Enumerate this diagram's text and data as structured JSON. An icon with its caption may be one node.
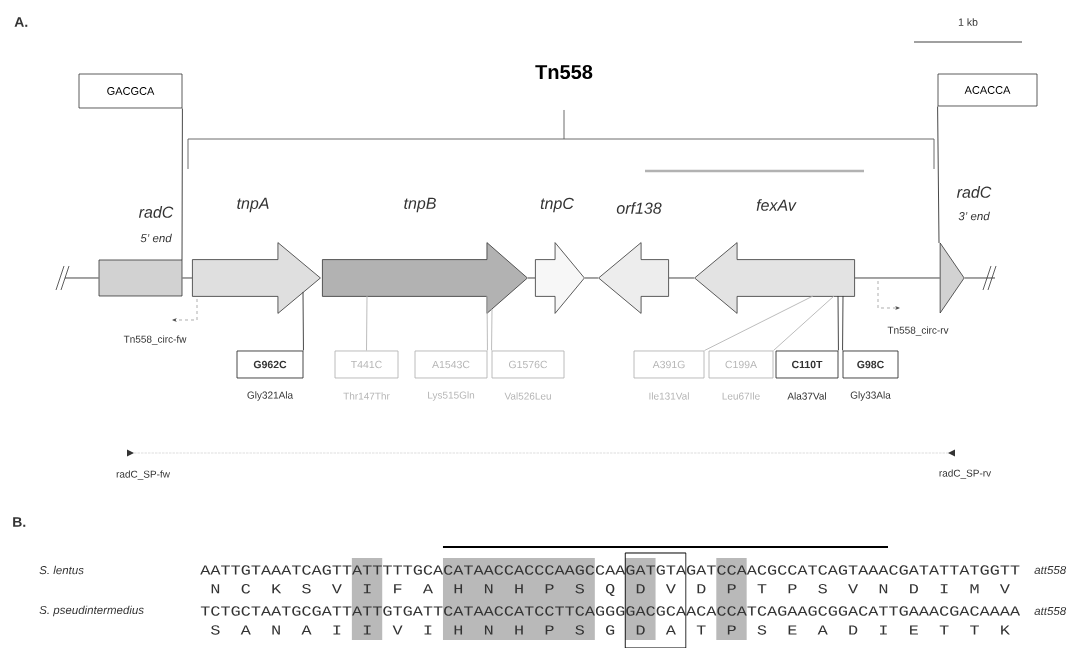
{
  "diagram": {
    "title": "Tn558",
    "nodes": [
      {
        "text": [
          "GACGCA"
        ]
      },
      {
        "text": [
          "ACACCA"
        ]
      },
      {
        "text": [
          "radC",
          "5’ end"
        ]
      },
      {
        "text": [
          "tnpA"
        ]
      },
      {
        "text": [
          "tnpB"
        ]
      },
      {
        "text": [
          "tnpC"
        ]
      },
      {
        "text": [
          "orf138"
        ]
      },
      {
        "text": [
          "fexAv"
        ]
      },
      {
        "text": [
          "radC",
          "3’ end"
        ]
      },
      {
        "text": [
          "G962C"
        ],
        "beside": [
          "Gly321Ala"
        ]
      },
      {
        "text": [
          "T441C"
        ],
        "beside": [
          "Thr147Thr"
        ]
      },
      {
        "text": [
          "A1543C"
        ],
        "beside": [
          "Lys515Gln"
        ]
      },
      {
        "text": [
          "G1576C"
        ],
        "beside": [
          "Val526Leu"
        ]
      },
      {
        "text": [
          "A391G"
        ],
        "beside": [
          "Ile131Val"
        ]
      },
      {
        "text": [
          "C199A"
        ],
        "beside": [
          "Leu67Ile"
        ]
      },
      {
        "text": [
          "C110T"
        ],
        "beside": [
          "Ala37Val"
        ]
      },
      {
        "text": [
          "G98C"
        ],
        "beside": [
          "Gly33Ala"
        ]
      }
    ],
    "edges": [
      {
        "from": 0,
        "to": 2,
        "arrow": "none"
      },
      {
        "from": 1,
        "to": 8,
        "arrow": "none"
      },
      {
        "from": 9,
        "to": 3,
        "arrow": "none"
      },
      {
        "from": 10,
        "to": 4,
        "arrow": "none",
        "color": "#b4b4b4"
      },
      {
        "from": 11,
        "to": 4,
        "arrow": "none",
        "color": "#b4b4b4"
      },
      {
        "from": 12,
        "to": 4,
        "arrow": "none",
        "color": "#b4b4b4"
      },
      {
        "from": 13,
        "to": 7,
        "arrow": "none",
        "color": "#b4b4b4"
      },
      {
        "from": 14,
        "to": 7,
        "arrow": "none",
        "color": "#b4b4b4"
      },
      {
        "from": 15,
        "to": 7,
        "arrow": "none"
      },
      {
        "from": 16,
        "to": 7,
        "arrow": "none"
      },
      {
        "from": null,
        "to": 2,
        "arrow": "none"
      },
      {
        "from": 2,
        "to": 3,
        "arrow": "none"
      },
      {
        "from": 4,
        "to": 5,
        "arrow": "none"
      },
      {
        "from": 5,
        "to": 6,
        "arrow": "none"
      },
      {
        "from": 6,
        "to": 7,
        "arrow": "none"
      },
      {
        "from": 7,
        "to": 8,
        "arrow": "none"
      },
      {
        "from": 8,
        "to": null,
        "arrow": "none"
      }
    ],
    "labels": [
      "A.",
      "1 kb",
      "Tn558_circ-fw",
      "Tn558_circ-rv",
      "radC_SP-fw",
      "radC_SP-rv",
      "B.",
      "S. lentus",
      "AATTGTAAATCAGTTATTTTTGCACATAACCACCCAAGCCAAGATGTAGATCCAACGCCATCAGTAAACGATATTATGGTT",
      "att558",
      "N C K S V I F A H N H P S Q D V D P T P S V N D I M V",
      "S. pseudintermedius",
      "TCTGCTAATGCGATTATTGTGATTCATAACCATCCTTCAGGGGACGCAACACCATCAGAAGCGGACATTGAAACGACAAAA",
      "att558",
      "S A N A I I V I H N H P S G D A T P S E A D I E T T K"
    ]
  }
}
